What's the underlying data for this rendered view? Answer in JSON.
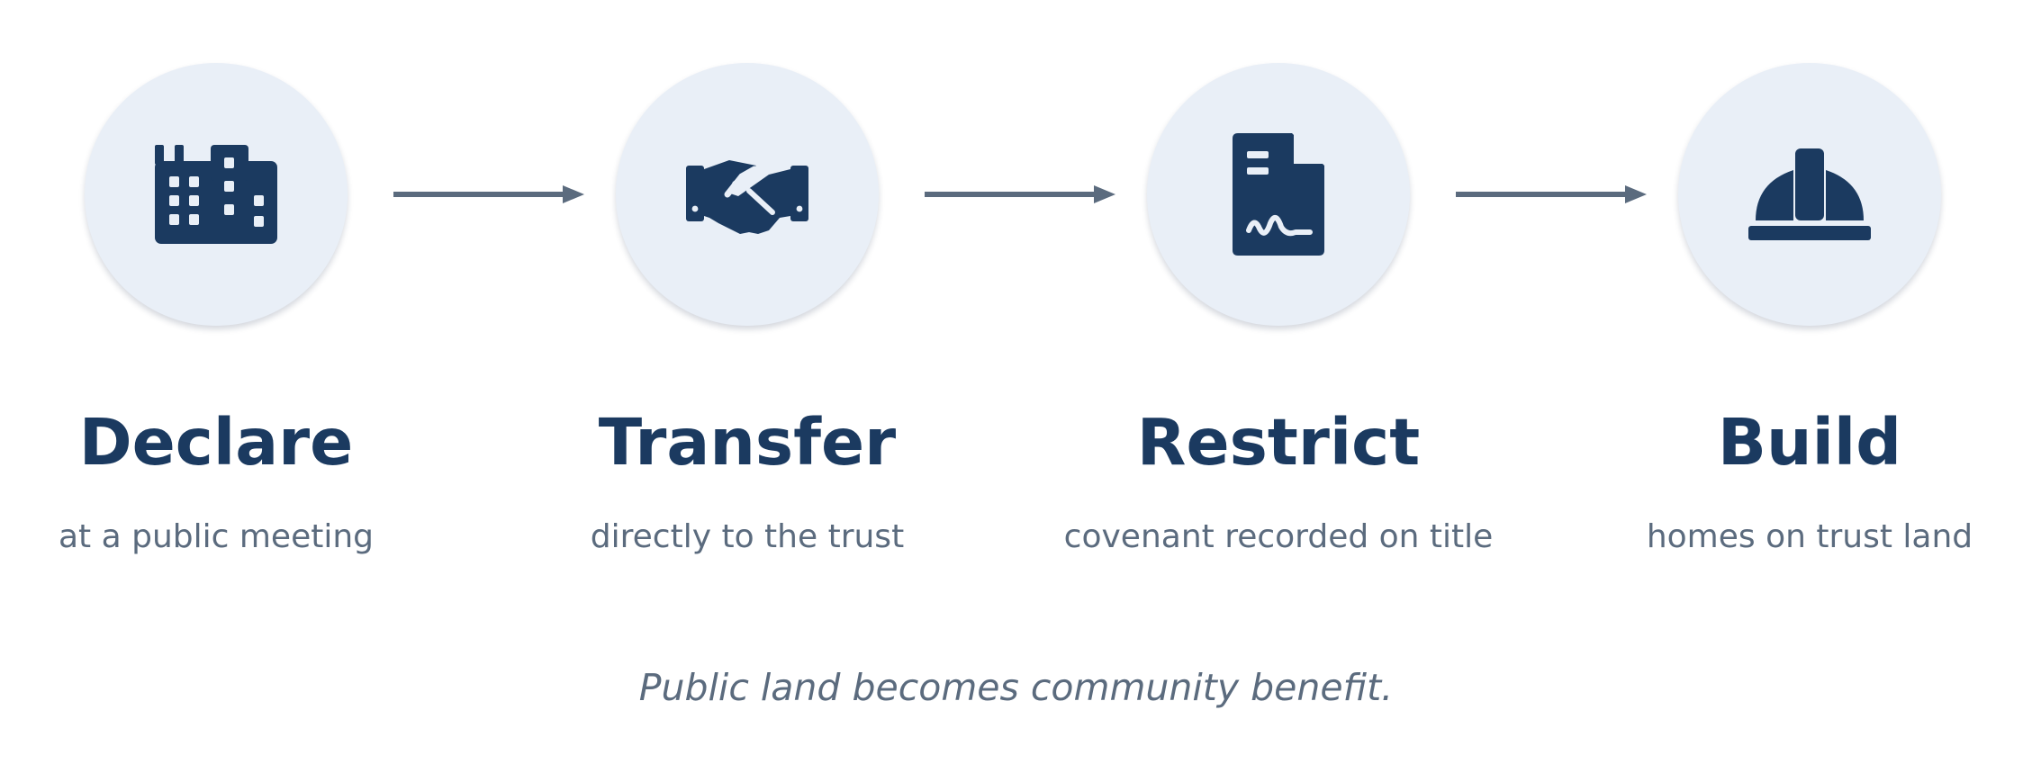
{
  "steps": [
    {
      "title": "Declare",
      "subtitle": "at a public meeting",
      "icon": "building-icon"
    },
    {
      "title": "Transfer",
      "subtitle": "directly to the trust",
      "icon": "handshake-icon"
    },
    {
      "title": "Restrict",
      "subtitle": "covenant recorded on title",
      "icon": "signed-document-icon"
    },
    {
      "title": "Build",
      "subtitle": "homes on trust land",
      "icon": "hard-hat-icon"
    }
  ],
  "tagline": "Public land becomes community benefit.",
  "colors": {
    "primary": "#1b3a60",
    "secondary_text": "#5b6b7e",
    "circle_fill": "#e9eff7",
    "arrow": "#5b6b7e"
  }
}
